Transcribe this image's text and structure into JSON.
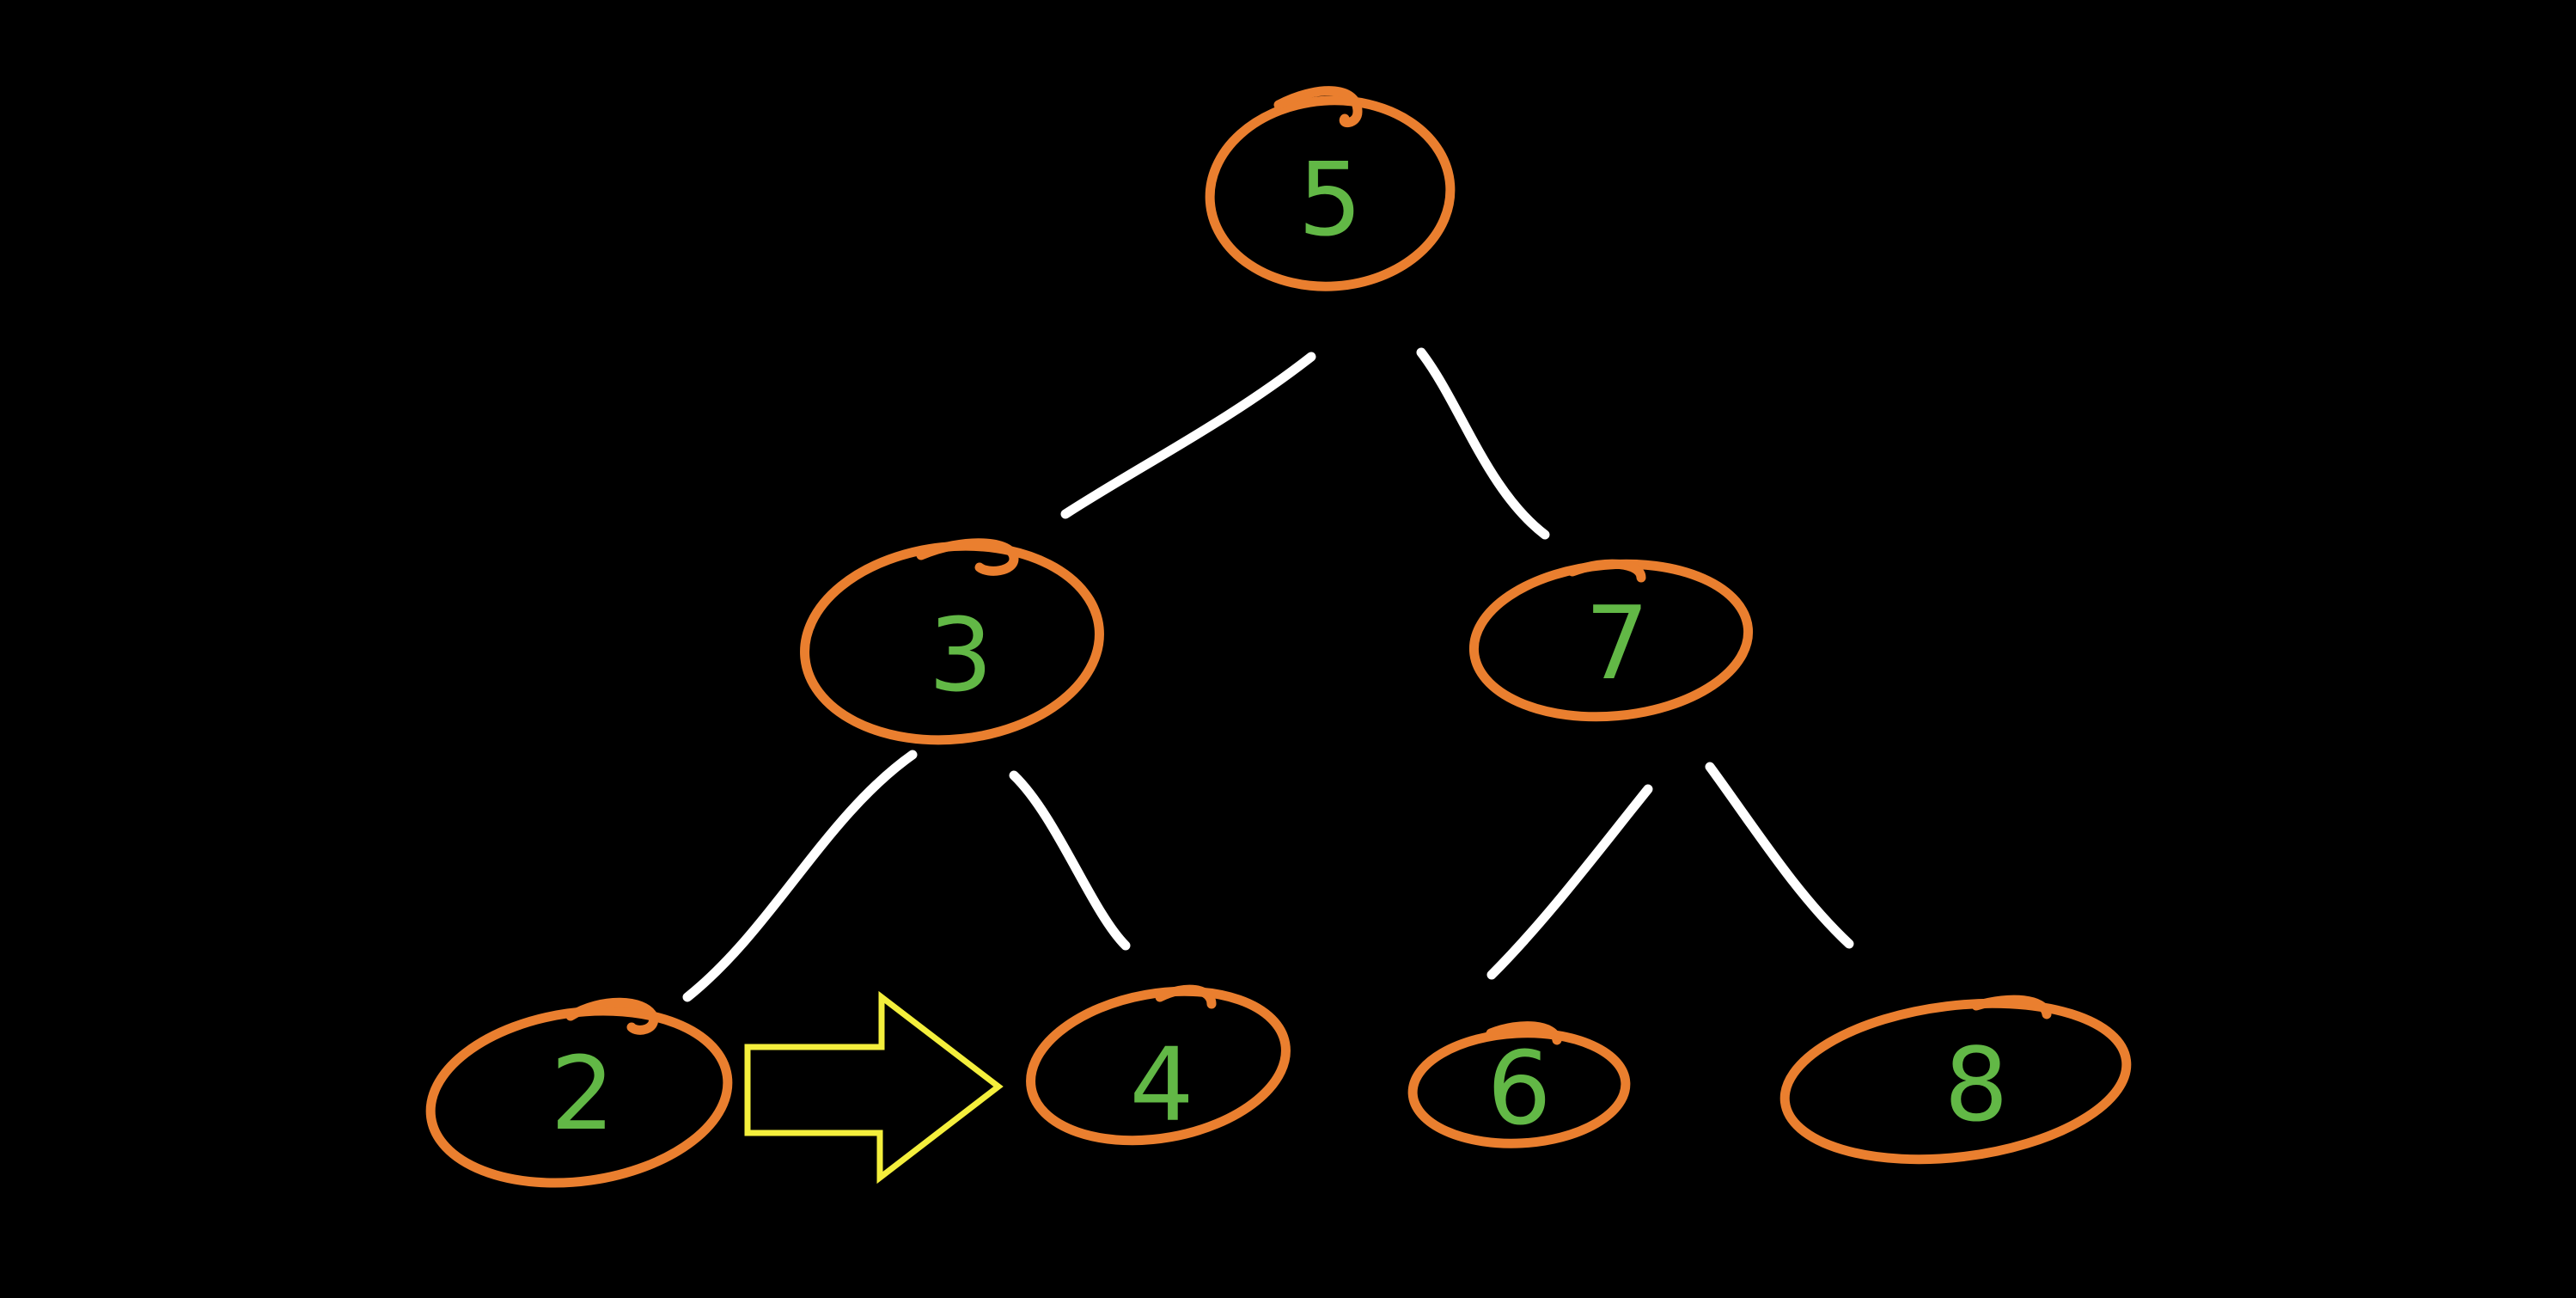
{
  "diagram": {
    "kind": "binary-search-tree",
    "colors": {
      "background": "#000000",
      "node_ring": "#ea7f2f",
      "node_text": "#62b846",
      "edge": "#ffffff",
      "arrow": "#f4ef3c"
    },
    "nodes": {
      "root": {
        "label": "5"
      },
      "left": {
        "label": "3"
      },
      "right": {
        "label": "7"
      },
      "left_left": {
        "label": "2"
      },
      "left_right": {
        "label": "4"
      },
      "right_left": {
        "label": "6"
      },
      "right_right": {
        "label": "8"
      }
    },
    "edges": [
      {
        "from": "5",
        "to": "3"
      },
      {
        "from": "5",
        "to": "7"
      },
      {
        "from": "3",
        "to": "2"
      },
      {
        "from": "3",
        "to": "4"
      },
      {
        "from": "7",
        "to": "6"
      },
      {
        "from": "7",
        "to": "8"
      }
    ],
    "arrow": {
      "from": "2",
      "to": "4",
      "icon": "right-arrow-icon"
    }
  }
}
